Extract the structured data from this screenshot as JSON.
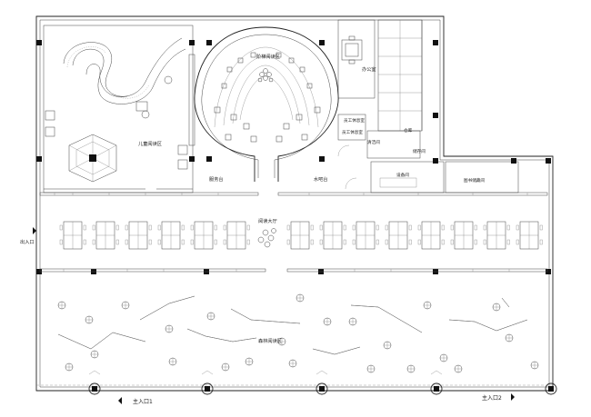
{
  "labels": {
    "children_area": "儿童阅读区",
    "reading_hall": "阶梯阅读区",
    "office": "办公室",
    "reading_lobby": "阅读大厅",
    "forest_reading": "森林阅读区",
    "service_desk": "服务台",
    "water_bar": "水吧台",
    "staff_room": "员工休息室",
    "pantry": "清洁间",
    "storage": "仓库",
    "warehouse": "储存间",
    "equipment": "设备间",
    "library_storage": "图书储藏间",
    "exit": "出入口",
    "main_entrance_1": "主入口1",
    "main_entrance_2": "主入口2"
  },
  "colors": {
    "line": "#222222",
    "background": "#ffffff"
  }
}
